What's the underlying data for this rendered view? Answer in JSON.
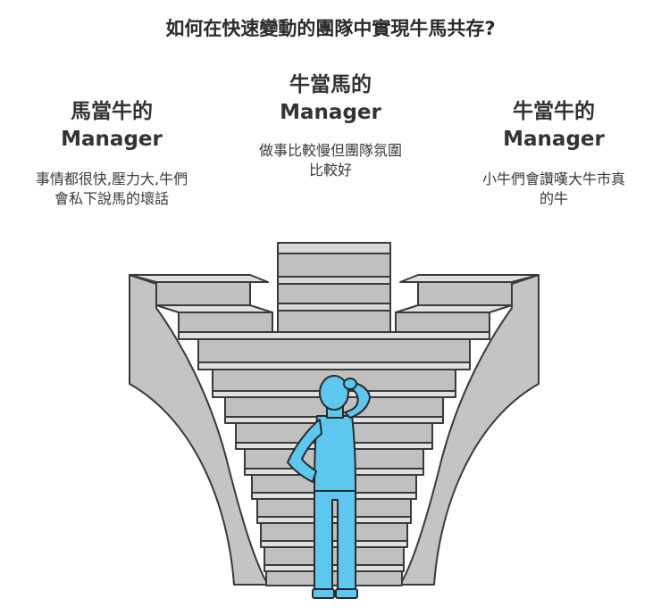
{
  "title": "如何在快速變動的團隊中實現牛馬共存?",
  "options": [
    {
      "heading_line1": "馬當牛的",
      "heading_line2": "Manager",
      "desc_line1": "事情都很快,壓力大,牛們",
      "desc_line2": "會私下說馬的壞話"
    },
    {
      "heading_line1": "牛當馬的",
      "heading_line2": "Manager",
      "desc_line1": "做事比較慢但團隊氛圍",
      "desc_line2": "比較好"
    },
    {
      "heading_line1": "牛當牛的",
      "heading_line2": "Manager",
      "desc_line1": "小牛們會讚嘆大牛市真",
      "desc_line2": "的牛"
    }
  ],
  "colors": {
    "stair_face": "#bdbdbd",
    "stair_riser": "#dcdcdc",
    "stair_outline": "#3a3a3a",
    "person": "#59c9f2"
  }
}
